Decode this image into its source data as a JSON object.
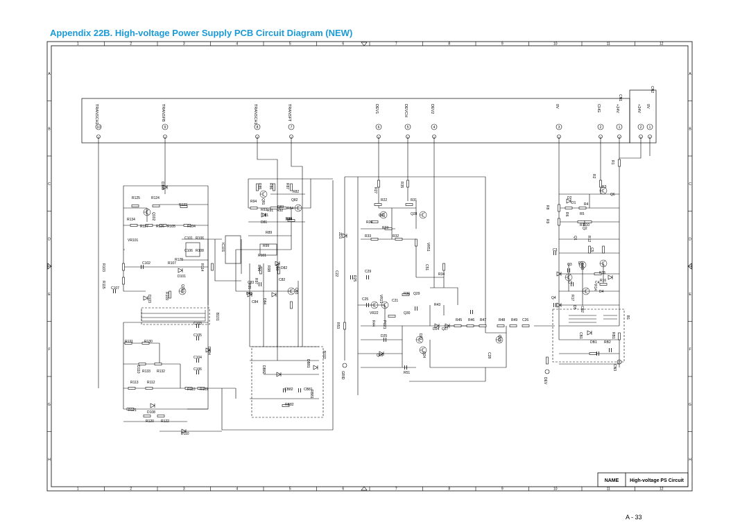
{
  "title": "Appendix 22B. High-voltage Power Supply PCB Circuit Diagram (NEW)",
  "page_number": "A - 33",
  "title_block": {
    "name_label": "NAME",
    "name_value": "High-voltage PS Circuit"
  },
  "column_markers": [
    "1",
    "2",
    "3",
    "4",
    "5",
    "6",
    "7",
    "8",
    "9",
    "10",
    "11",
    "12"
  ],
  "row_markers": [
    "A",
    "B",
    "C",
    "D",
    "E",
    "F",
    "G",
    "H"
  ],
  "connectors": {
    "cn1_label": "CN1",
    "cn2_label": "CN2",
    "cn3_label": "CN3",
    "pins": [
      {
        "signal": "TRANSCH2",
        "pin": "10"
      },
      {
        "signal": "TRANSFB",
        "pin": "9"
      },
      {
        "signal": "TRANSCH1",
        "pin": "8"
      },
      {
        "signal": "TRANSFT",
        "pin": "7"
      },
      {
        "signal": "DEV1",
        "pin": "6"
      },
      {
        "signal": "DEVCH",
        "pin": "5"
      },
      {
        "signal": "DEV2",
        "pin": "4"
      },
      {
        "signal": "0V",
        "pin": "3"
      },
      {
        "signal": "CHG",
        "pin": "2"
      },
      {
        "signal": "+24V",
        "pin": "1"
      },
      {
        "signal": "+24V",
        "pin": "2"
      },
      {
        "signal": "0V",
        "pin": "1"
      }
    ],
    "bottom_terminals": [
      {
        "signal": "GRID"
      },
      {
        "signal": "DEV"
      }
    ]
  },
  "transformers": [
    "B101",
    "B102",
    "B1"
  ],
  "components": {
    "transfer_section": [
      "D109",
      "R125",
      "R124",
      "R123",
      "Q102",
      "R134",
      "R127",
      "R126",
      "R105",
      "R104",
      "VR101",
      "C101",
      "R106",
      "C106",
      "R108",
      "IC101",
      "C102",
      "R107",
      "R128",
      "R103",
      "D101",
      "R114",
      "R115",
      "C107",
      "D103",
      "R109",
      "Q101",
      "C103",
      "C105",
      "D104",
      "C104",
      "C106",
      "R131",
      "R130",
      "D110",
      "R133",
      "R132",
      "R113",
      "R112",
      "R110",
      "R109",
      "R121",
      "D108",
      "R120",
      "R122",
      "D110"
    ],
    "grid_section": [
      "R82",
      "R83",
      "R84",
      "R85",
      "R86",
      "R87",
      "R88",
      "R89",
      "R90",
      "R91",
      "R92",
      "R93",
      "R94",
      "R95",
      "R96",
      "R97",
      "R98",
      "R99",
      "R101",
      "Q81",
      "Q82",
      "Q83",
      "C81",
      "C82",
      "C83",
      "C84",
      "D81",
      "D82",
      "D83",
      "D84",
      "D85",
      "DB81",
      "DB82",
      "CB82",
      "CB81",
      "RB82",
      "RB81"
    ],
    "developer_section": [
      "R31",
      "R22",
      "R24",
      "R23",
      "Q21",
      "Q28",
      "R33",
      "R32",
      "ZD1",
      "R35",
      "R27",
      "VR51",
      "C51",
      "C22",
      "R25",
      "C29",
      "R34",
      "VR21",
      "R36",
      "Q29",
      "C21",
      "PC21",
      "C25",
      "R43",
      "VR22",
      "Q30",
      "R44",
      "R45",
      "R46",
      "R47",
      "R48",
      "R49",
      "C26",
      "D25",
      "D24",
      "Q27",
      "D23",
      "Q26",
      "Q24",
      "Q25",
      "C28",
      "R51",
      "R53"
    ],
    "charge_section": [
      "R1",
      "R2",
      "R3",
      "Q6",
      "D2",
      "D1",
      "R4",
      "R5",
      "R6",
      "R8",
      "R9",
      "R11",
      "R10",
      "Q2",
      "Q1",
      "R12",
      "R13",
      "C5",
      "C3",
      "Q3",
      "D3",
      "R14",
      "R15",
      "R16",
      "C4",
      "C1",
      "D4",
      "Q4",
      "R17",
      "D5",
      "CB2",
      "CB1",
      "DB1",
      "RB2",
      "RB1"
    ]
  }
}
